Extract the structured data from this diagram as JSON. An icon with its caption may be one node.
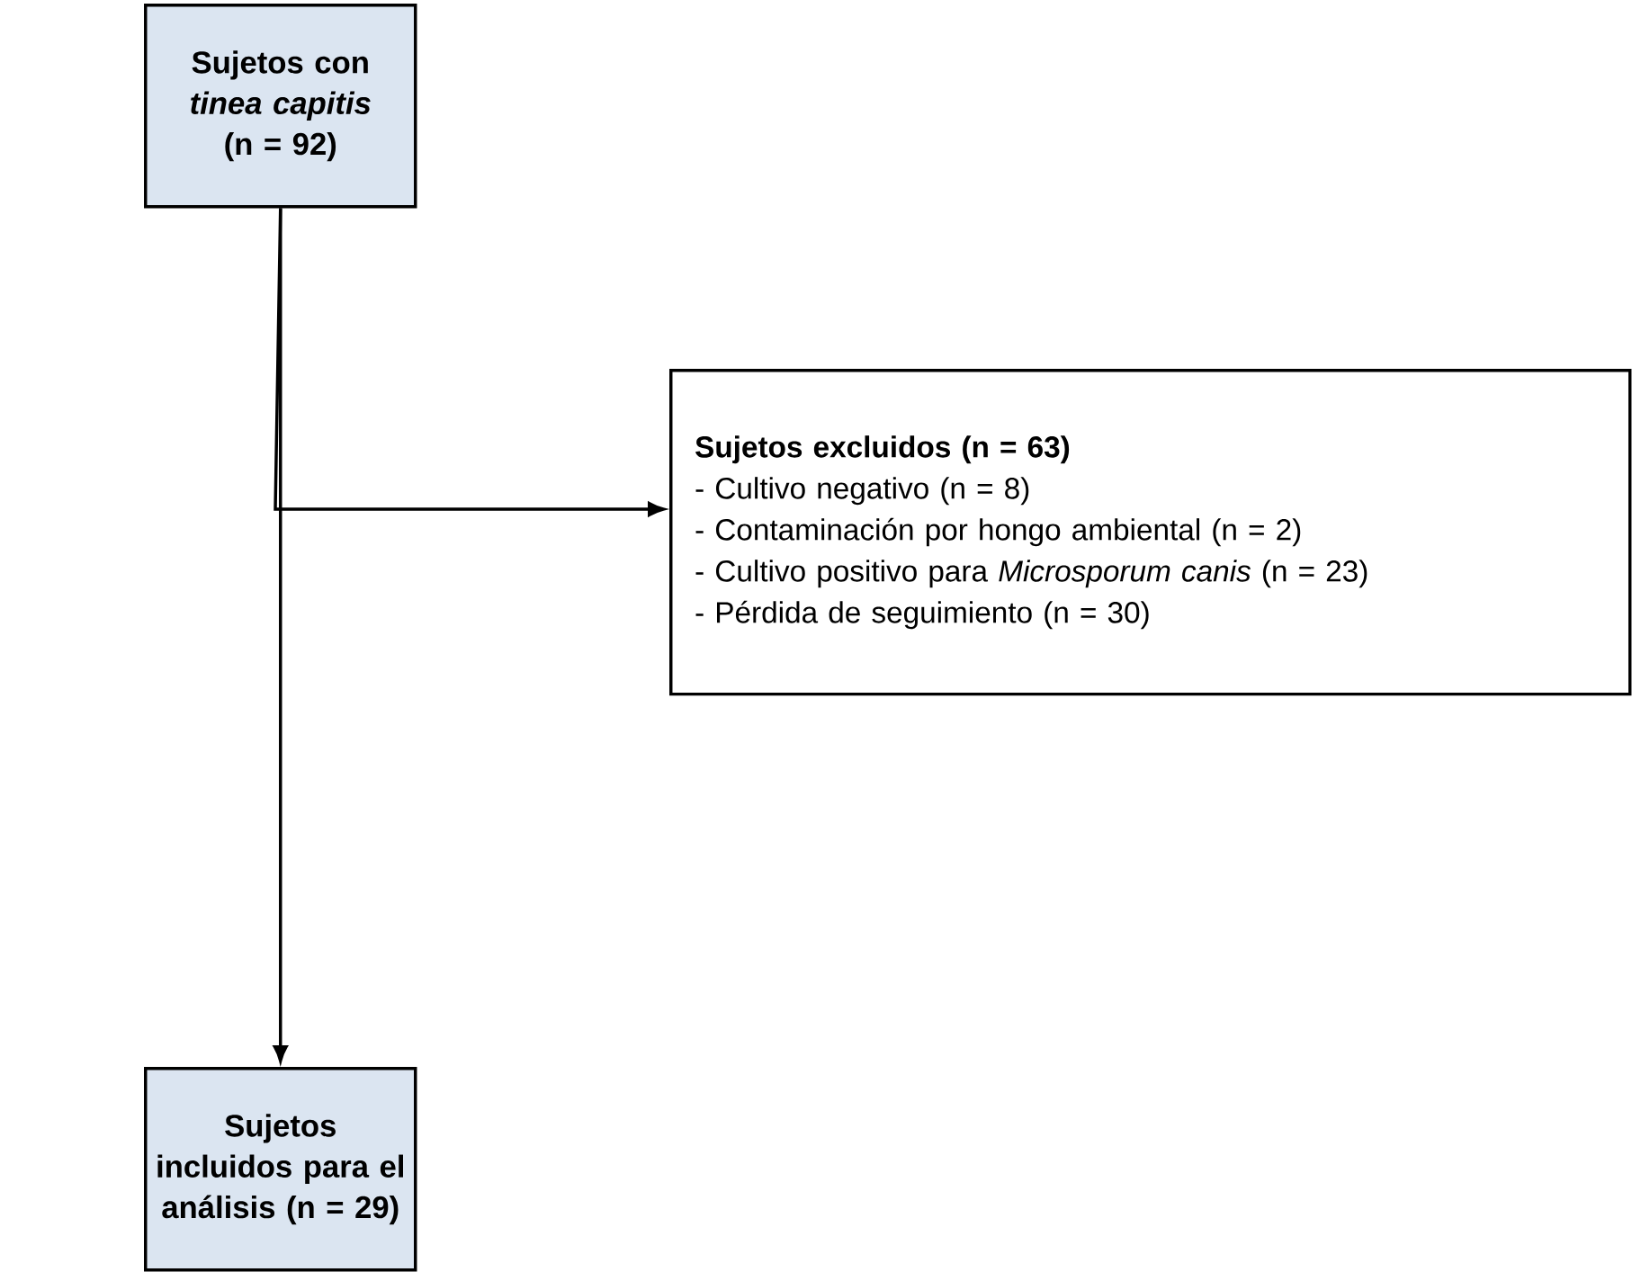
{
  "diagram": {
    "nodes": [
      {
        "text": [
          "Sujetos con *tinea capitis* (n = 92)"
        ]
      },
      {
        "text": [
          "Sujetos excluidos (n = 63)",
          "- Cultivo negativo (n = 8)",
          "- Contaminación por hongo ambiental (n = 2)",
          "- Cultivo positivo para *Microsporum canis* (n = 23)",
          "- Pérdida de seguimiento (n = 30)"
        ]
      },
      {
        "text": [
          "Sujetos incluidos para el análisis (n = 29)"
        ]
      }
    ],
    "edges": [
      {
        "from": 0,
        "to": 2,
        "arrow": "to"
      },
      {
        "from": 0,
        "to": 1,
        "arrow": "to"
      }
    ]
  }
}
